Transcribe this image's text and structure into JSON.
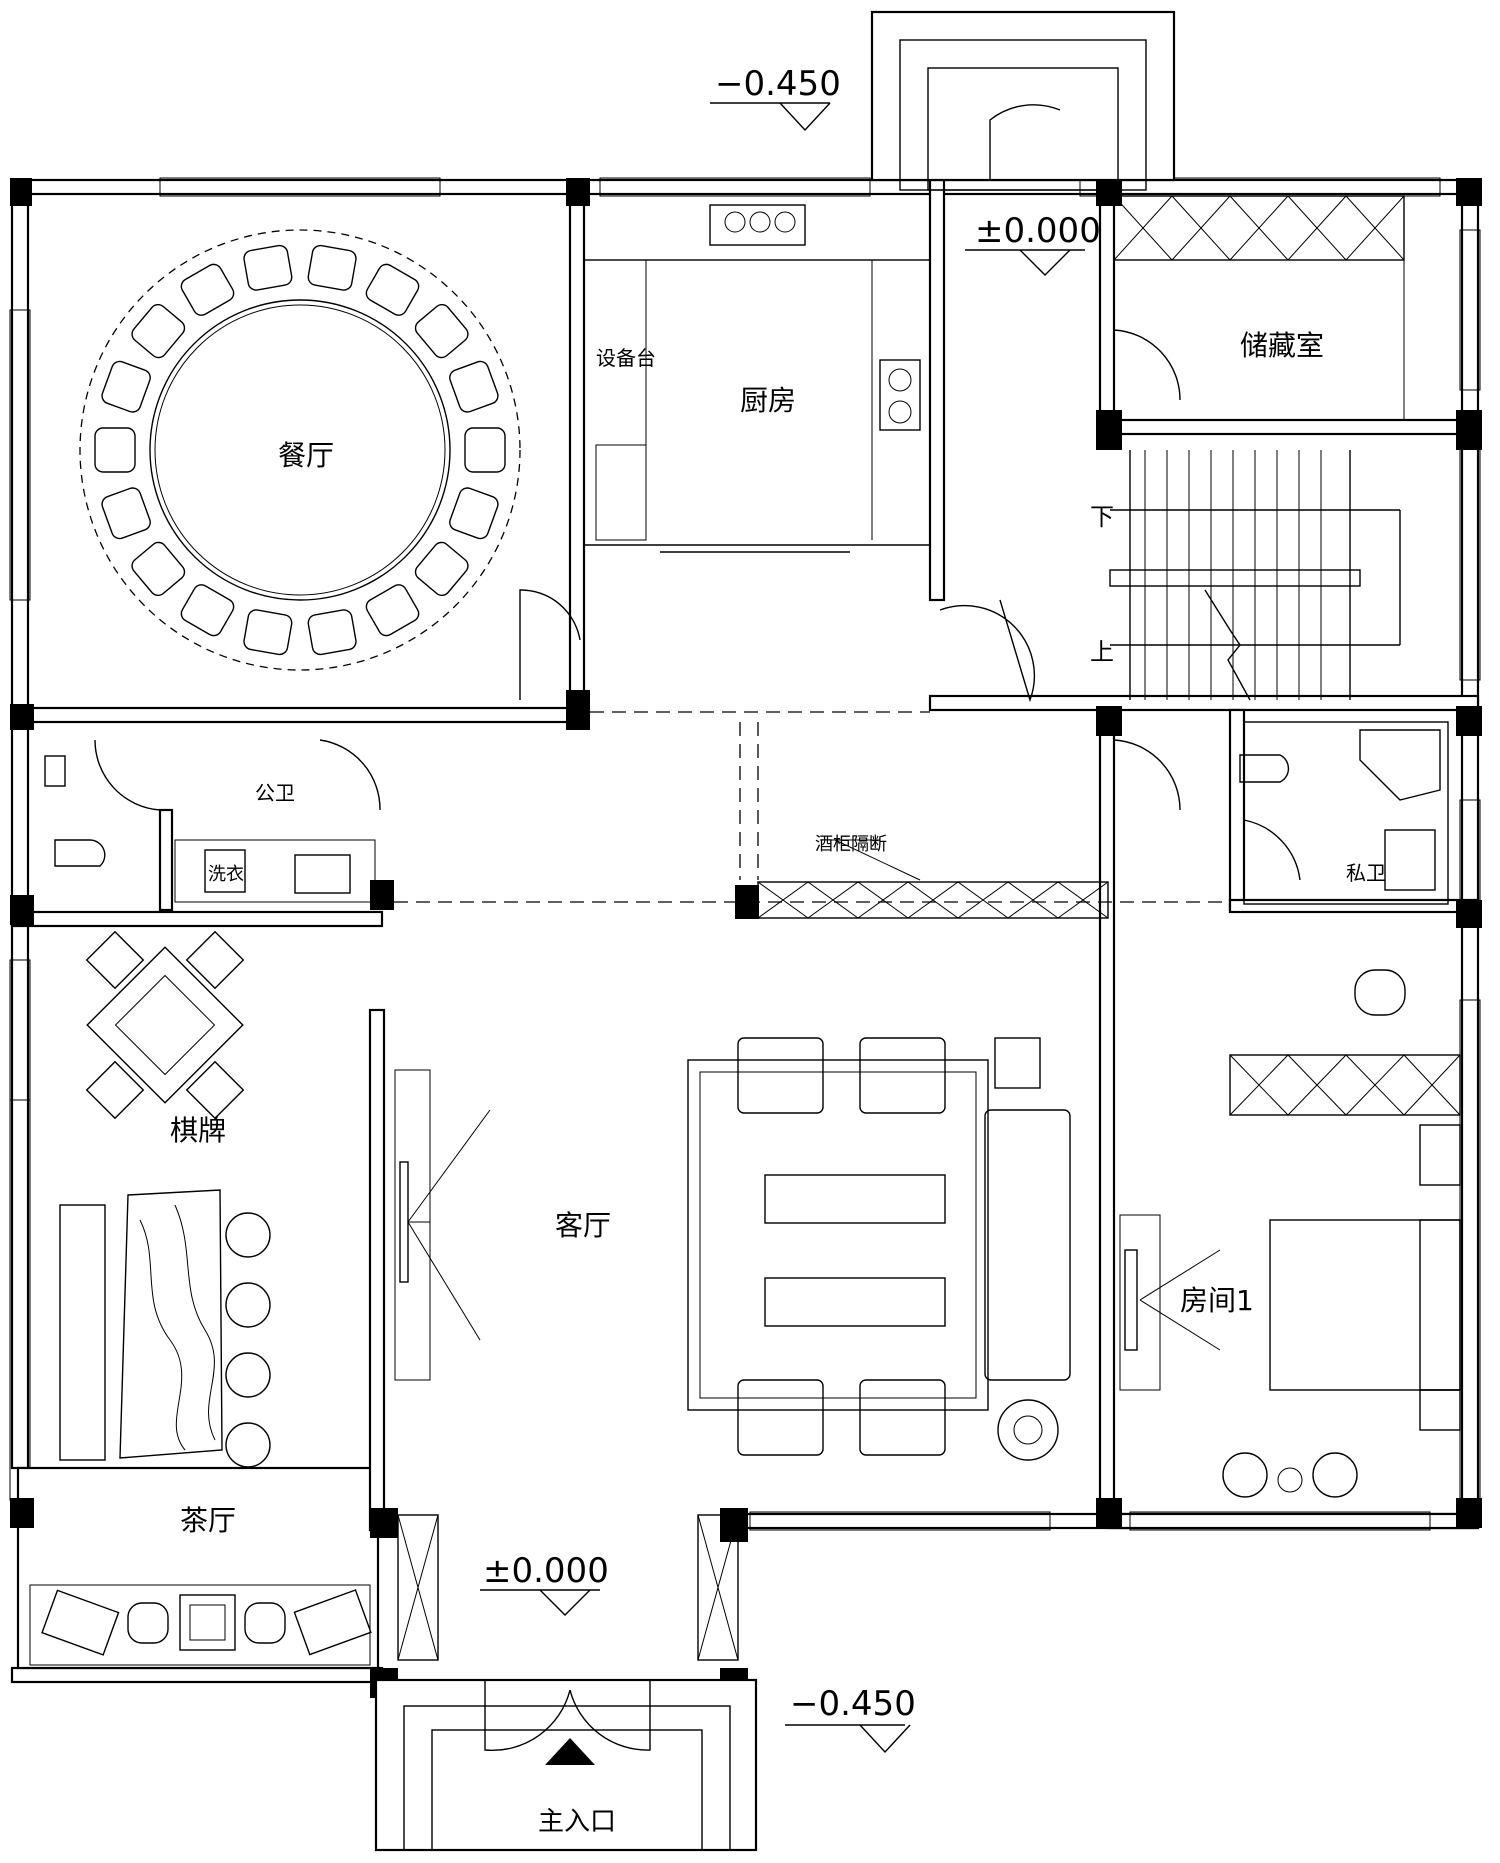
{
  "rooms": {
    "dining": "餐厅",
    "kitchen": "厨房",
    "equipment": "设备台",
    "storage": "储藏室",
    "public_wc": "公卫",
    "laundry": "洗衣",
    "wine_partition": "酒柜隔断",
    "private_wc": "私卫",
    "chess": "棋牌",
    "living": "客厅",
    "bedroom1": "房间1",
    "tea": "茶厅",
    "entrance": "主入口",
    "stair_down": "下",
    "stair_up": "上"
  },
  "levels": {
    "top": "−0.450",
    "hall": "±0.000",
    "entry": "±0.000",
    "bottom": "−0.450"
  }
}
